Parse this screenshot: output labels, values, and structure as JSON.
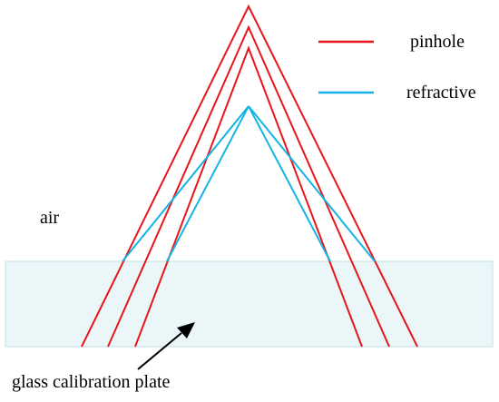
{
  "labels": {
    "air": "air",
    "glass": "glass calibration plate"
  },
  "legend": [
    {
      "label": "pinhole",
      "color": "#e8161b"
    },
    {
      "label": "refractive",
      "color": "#14b4e6"
    }
  ],
  "colors": {
    "pinhole": "#e8161b",
    "refractive": "#14b4e6",
    "glass_fill": "#eaf6f7",
    "glass_stroke": "#bfe3e6"
  }
}
